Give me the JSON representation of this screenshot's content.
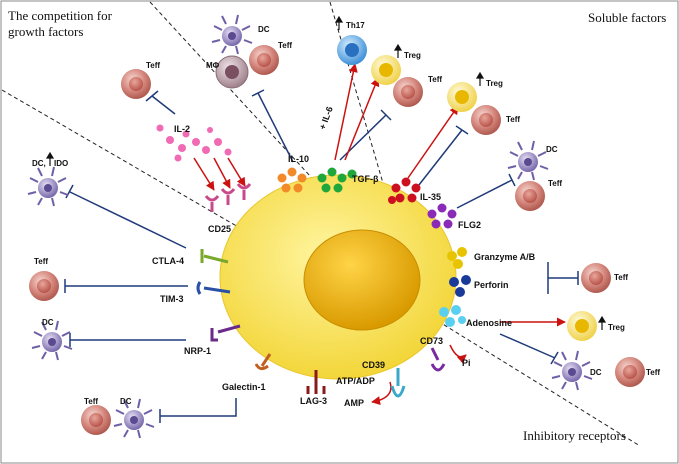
{
  "sections": {
    "competition_title": "The competition for growth factors",
    "competition_title_line1": "The competition for",
    "competition_title_line2": "growth factors",
    "soluble_factors": "Soluble  factors",
    "inhibitory_receptors": "Inhibitory receptors"
  },
  "labels": {
    "il2": "IL-2",
    "cd25": "CD25",
    "il10": "IL-10",
    "tgfb": "TGF-β",
    "il6": "+ IL-6",
    "il35": "IL-35",
    "flg2": "FLG2",
    "granzyme": "Granzyme A/B",
    "perforin": "Perforin",
    "adenosine": "Adenosine",
    "cd73": "CD73",
    "cd39": "CD39",
    "atp_adp": "ATP/ADP",
    "amp": "AMP",
    "pi": "Pi",
    "ctla4": "CTLA-4",
    "tim3": "TIM-3",
    "nrp1": "NRP-1",
    "galectin1": "Galectin-1",
    "lag3": "LAG-3"
  },
  "cells": {
    "teff": "Teff",
    "dc": "DC",
    "mphi": "MΦ",
    "th17": "Th17",
    "treg": "Treg",
    "dc_ido": "DC,",
    "ido": "IDO"
  },
  "colors": {
    "treg_body": "#f5e04a",
    "treg_core": "#e8a800",
    "teff": "#d98a80",
    "dc": "#8a7ab8",
    "activation_arrow": "#cc1111",
    "inhibition_line": "#1f3b7a",
    "il2_dots": "#f06ab4",
    "il10_dots": "#f28a2a",
    "tgfb_dots": "#1ea83c",
    "il35_dots": "#cc1020",
    "flg2_dots": "#8a2bb8",
    "granzyme_dots": "#e8c400",
    "perforin_dots": "#1a3a9a",
    "adenosine_dots": "#5ad0f0"
  }
}
